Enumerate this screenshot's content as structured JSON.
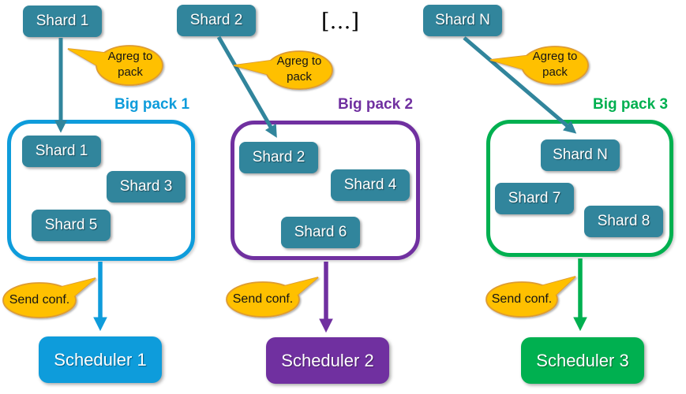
{
  "ellipsis": "[…]",
  "bubbles": {
    "agreg": "Agreg to pack",
    "send": "Send conf."
  },
  "columns": [
    {
      "source_shard": "Shard 1",
      "pack_title": "Big pack 1",
      "pack_shards": [
        "Shard 1",
        "Shard 3",
        "Shard 5"
      ],
      "scheduler": "Scheduler 1",
      "accent_color": "#0E9CDB"
    },
    {
      "source_shard": "Shard 2",
      "pack_title": "Big pack 2",
      "pack_shards": [
        "Shard 2",
        "Shard 4",
        "Shard 6"
      ],
      "scheduler": "Scheduler 2",
      "accent_color": "#7030A0"
    },
    {
      "source_shard": "Shard N",
      "pack_title": "Big pack 3",
      "pack_shards": [
        "Shard N",
        "Shard 7",
        "Shard 8"
      ],
      "scheduler": "Scheduler 3",
      "accent_color": "#00B050"
    }
  ],
  "colors": {
    "shard_fill": "#31859C",
    "arrow_teal": "#31859C",
    "bubble_fill": "#FFC000",
    "bubble_border": "#DD9B33",
    "pack1_accent": "#0E9CDB",
    "pack2_accent": "#7030A0",
    "pack3_accent": "#00B050"
  }
}
